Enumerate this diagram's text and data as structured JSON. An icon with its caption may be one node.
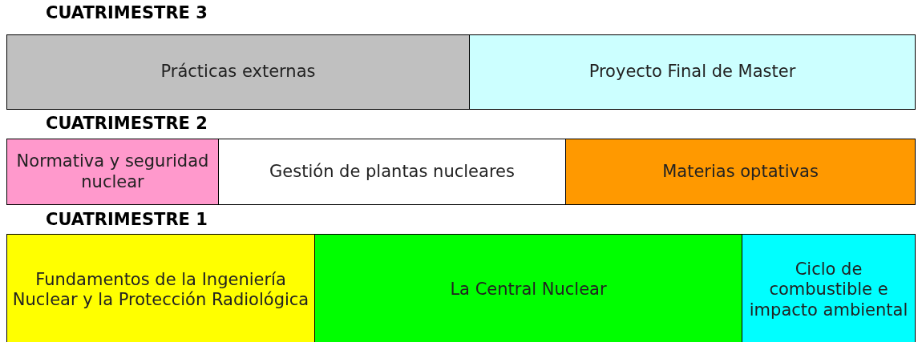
{
  "diagram": {
    "nodes": [
      {
        "text": [
          "Prácticas externas"
        ]
      },
      {
        "text": [
          "Proyecto Final de Master"
        ]
      },
      {
        "text": [
          "Normativa y seguridad nuclear"
        ]
      },
      {
        "text": [
          "Gestión de plantas nucleares"
        ]
      },
      {
        "text": [
          "Materias optativas"
        ]
      },
      {
        "text": [
          "Fundamentos de la Ingeniería Nuclear y la Protección Radiológica"
        ]
      },
      {
        "text": [
          "La Central Nuclear"
        ]
      },
      {
        "text": [
          "Ciclo de combustible e impacto ambiental"
        ]
      }
    ],
    "labels": [
      "CUATRIMESTRE 3",
      "CUATRIMESTRE 2",
      "CUATRIMESTRE 1"
    ]
  }
}
